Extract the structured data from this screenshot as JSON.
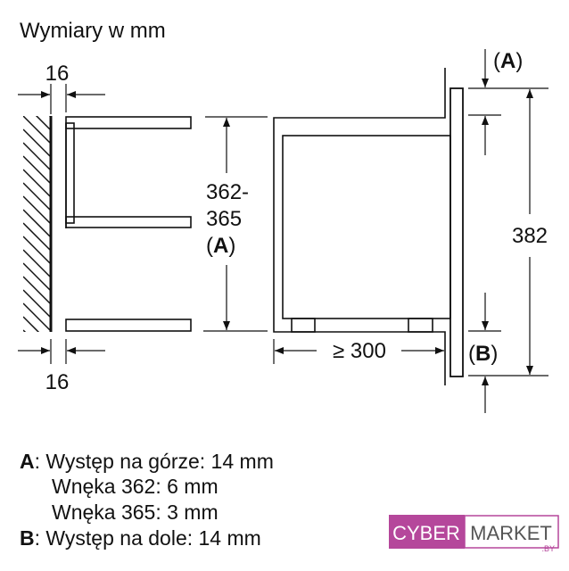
{
  "title": "Wymiary w mm",
  "left": {
    "top_width": "16",
    "bottom_width": "16",
    "height_line1": "362-",
    "height_line2": "365",
    "height_label": "A"
  },
  "right": {
    "depth": "≥ 300",
    "height": "382",
    "top_label": "A",
    "bottom_label": "B"
  },
  "legend": [
    {
      "key": "A",
      "text": ": Występ na górze: 14 mm"
    },
    {
      "key": "",
      "text": "Wnęka 362: 6 mm"
    },
    {
      "key": "",
      "text": "Wnęka 365: 3 mm"
    },
    {
      "key": "B",
      "text": ": Występ na dole: 14 mm"
    }
  ],
  "logo": {
    "part1": "CYBER",
    "part2": "MARKET",
    "suffix": ".BY",
    "color": "#b5479b"
  }
}
